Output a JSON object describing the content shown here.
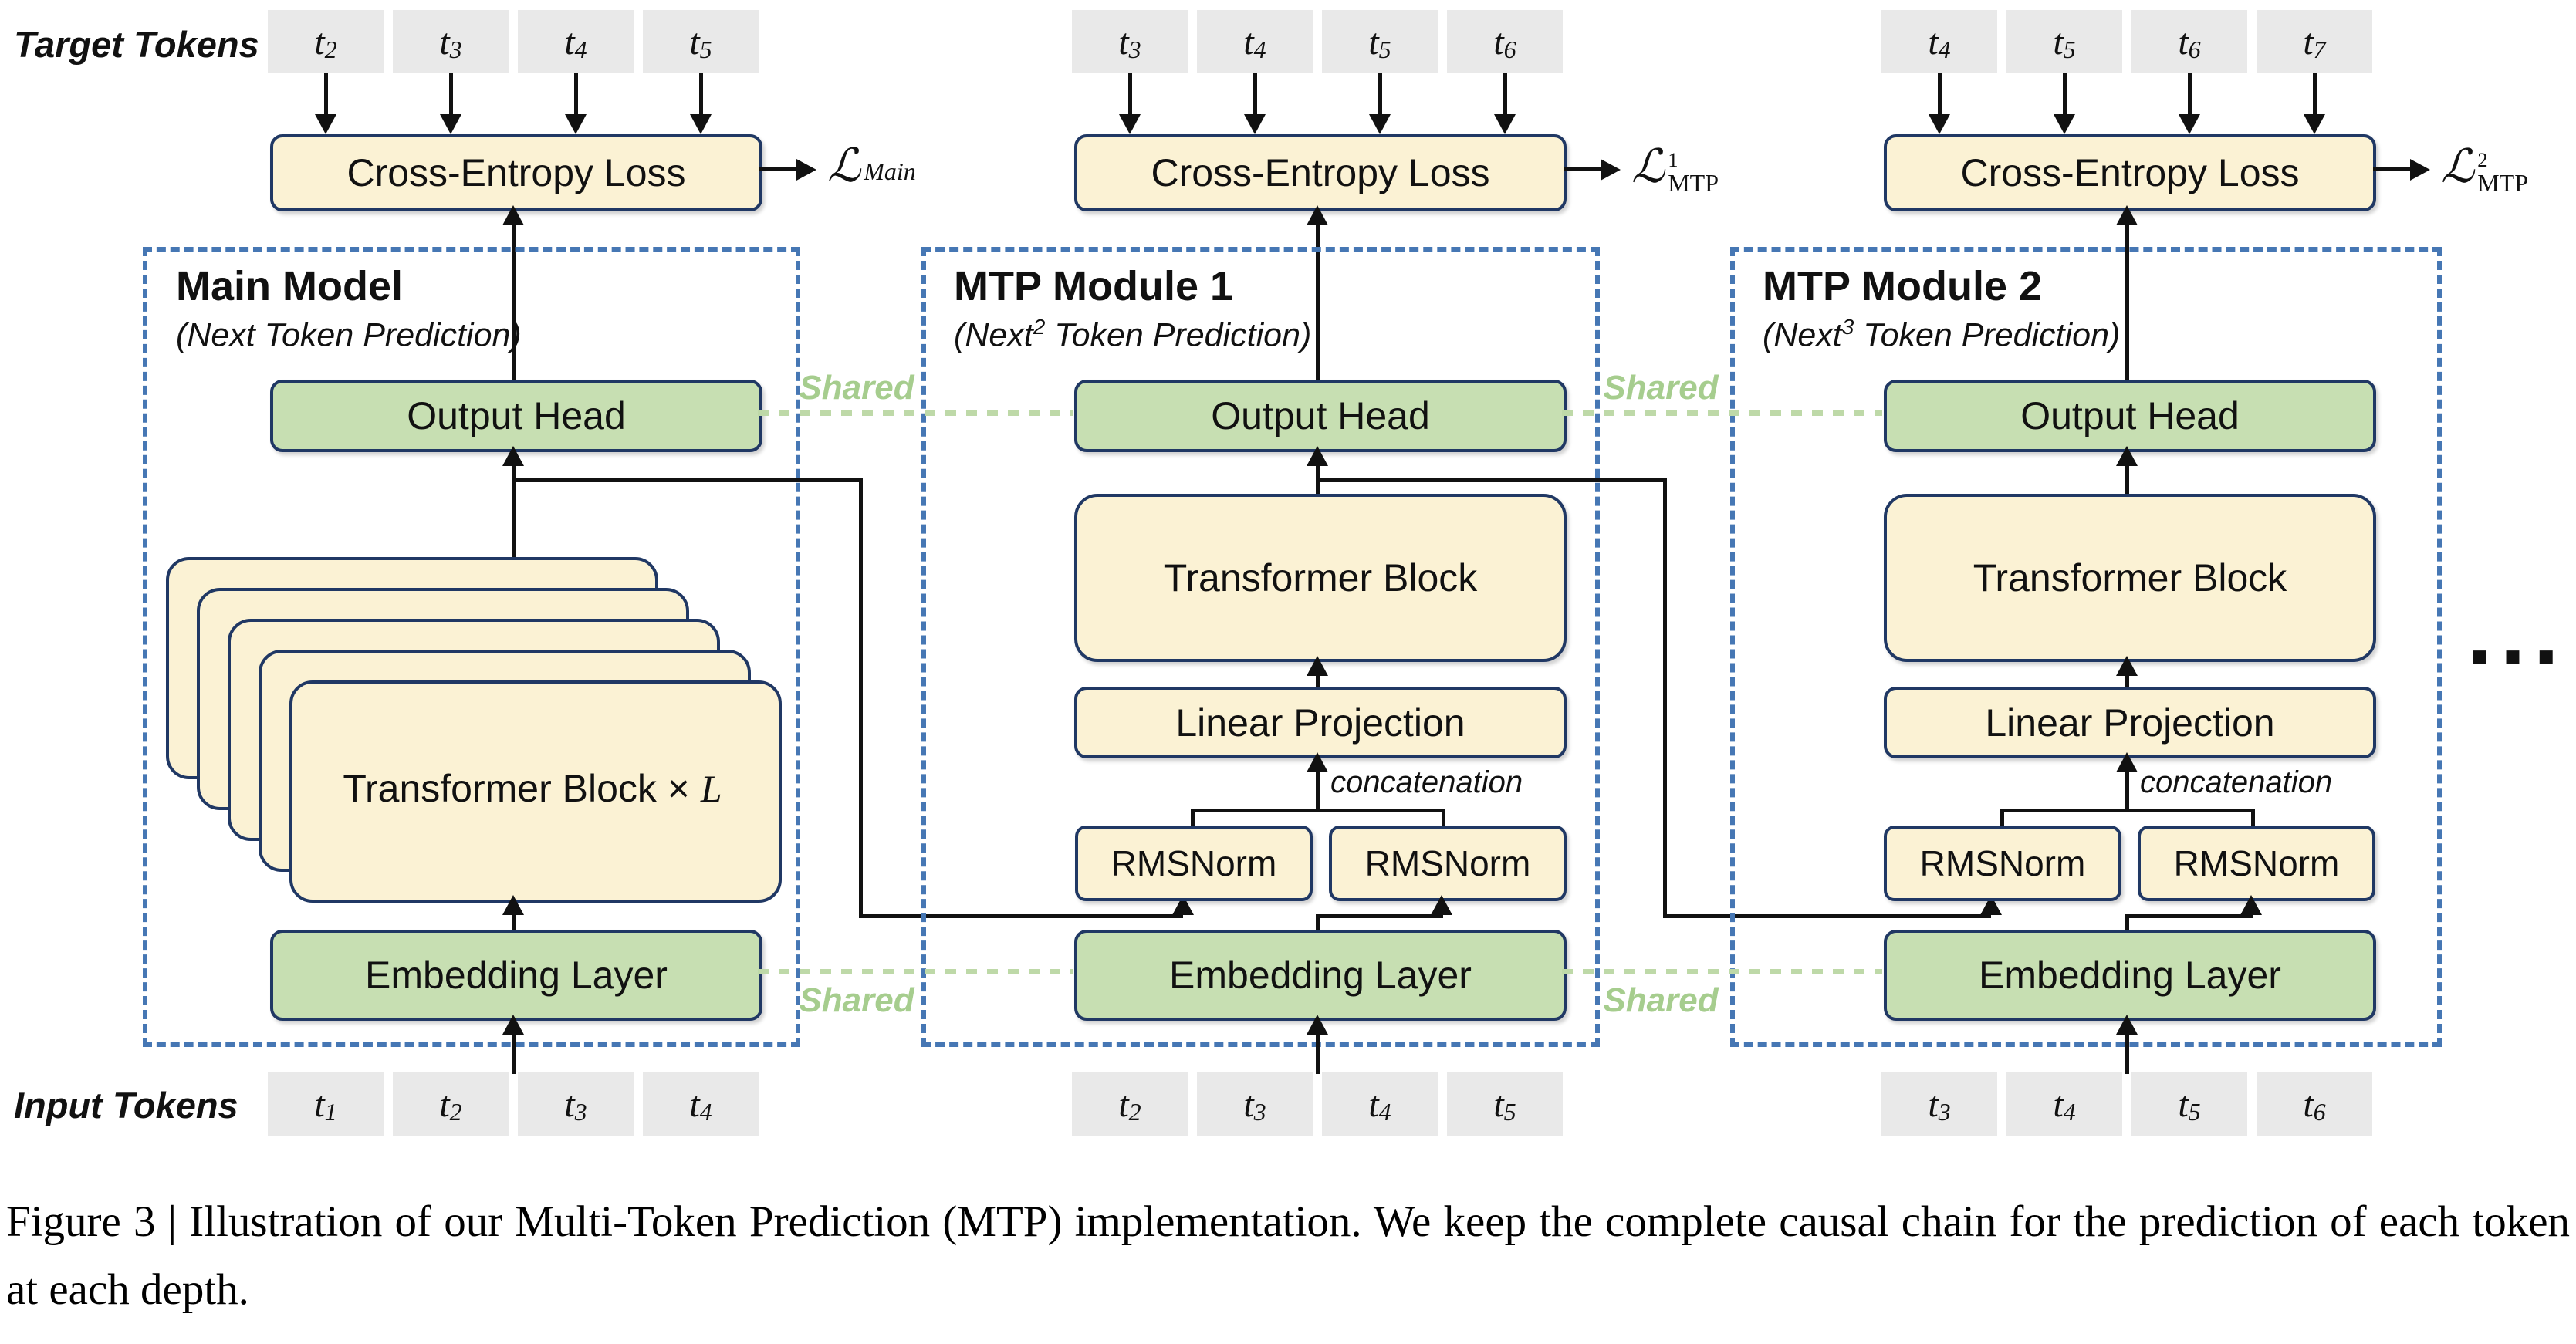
{
  "diagram": {
    "target_tokens_label": "Target Tokens",
    "input_tokens_label": "Input Tokens",
    "shared_label": "Shared",
    "concatenation_label": "concatenation",
    "ellipsis": "...",
    "colors": {
      "box_cream": "#fbf2d4",
      "box_green": "#c7dfb2",
      "box_border": "#203864",
      "token_gray": "#e9e9e9",
      "dashed_blue": "#4677b4",
      "shared_green": "#a6cd8e",
      "line_black": "#111111"
    },
    "modules": [
      {
        "title": "Main Model",
        "subtitle_prefix": "(Next",
        "subtitle_sup": "",
        "subtitle_suffix": " Token Prediction)",
        "loss": {
          "symbol": "ℒ",
          "sup": "",
          "sub": "Main",
          "sub_italic": true
        },
        "target_tokens": [
          {
            "base": "t",
            "sub": "2"
          },
          {
            "base": "t",
            "sub": "3"
          },
          {
            "base": "t",
            "sub": "4"
          },
          {
            "base": "t",
            "sub": "5"
          }
        ],
        "input_tokens": [
          {
            "base": "t",
            "sub": "1"
          },
          {
            "base": "t",
            "sub": "2"
          },
          {
            "base": "t",
            "sub": "3"
          },
          {
            "base": "t",
            "sub": "4"
          }
        ],
        "boxes": {
          "cross_entropy": "Cross-Entropy Loss",
          "output_head": "Output Head",
          "embedding": "Embedding Layer",
          "transformer_stack_prefix": "Transformer Block × ",
          "transformer_stack_var": "L"
        }
      },
      {
        "title": "MTP Module 1",
        "subtitle_prefix": "(Next",
        "subtitle_sup": "2",
        "subtitle_suffix": " Token Prediction)",
        "loss": {
          "symbol": "ℒ",
          "sup": "1",
          "sub": "MTP",
          "sub_italic": false
        },
        "target_tokens": [
          {
            "base": "t",
            "sub": "3"
          },
          {
            "base": "t",
            "sub": "4"
          },
          {
            "base": "t",
            "sub": "5"
          },
          {
            "base": "t",
            "sub": "6"
          }
        ],
        "input_tokens": [
          {
            "base": "t",
            "sub": "2"
          },
          {
            "base": "t",
            "sub": "3"
          },
          {
            "base": "t",
            "sub": "4"
          },
          {
            "base": "t",
            "sub": "5"
          }
        ],
        "boxes": {
          "cross_entropy": "Cross-Entropy Loss",
          "output_head": "Output Head",
          "embedding": "Embedding Layer",
          "transformer_block": "Transformer Block",
          "linear_projection": "Linear Projection",
          "rmsnorm_left": "RMSNorm",
          "rmsnorm_right": "RMSNorm"
        }
      },
      {
        "title": "MTP Module 2",
        "subtitle_prefix": "(Next",
        "subtitle_sup": "3",
        "subtitle_suffix": " Token Prediction)",
        "loss": {
          "symbol": "ℒ",
          "sup": "2",
          "sub": "MTP",
          "sub_italic": false
        },
        "target_tokens": [
          {
            "base": "t",
            "sub": "4"
          },
          {
            "base": "t",
            "sub": "5"
          },
          {
            "base": "t",
            "sub": "6"
          },
          {
            "base": "t",
            "sub": "7"
          }
        ],
        "input_tokens": [
          {
            "base": "t",
            "sub": "3"
          },
          {
            "base": "t",
            "sub": "4"
          },
          {
            "base": "t",
            "sub": "5"
          },
          {
            "base": "t",
            "sub": "6"
          }
        ],
        "boxes": {
          "cross_entropy": "Cross-Entropy Loss",
          "output_head": "Output Head",
          "embedding": "Embedding Layer",
          "transformer_block": "Transformer Block",
          "linear_projection": "Linear Projection",
          "rmsnorm_left": "RMSNorm",
          "rmsnorm_right": "RMSNorm"
        }
      }
    ],
    "caption": "Figure 3 | Illustration of our Multi-Token Prediction (MTP) implementation.  We keep the complete causal chain for the prediction of each token at each depth."
  }
}
